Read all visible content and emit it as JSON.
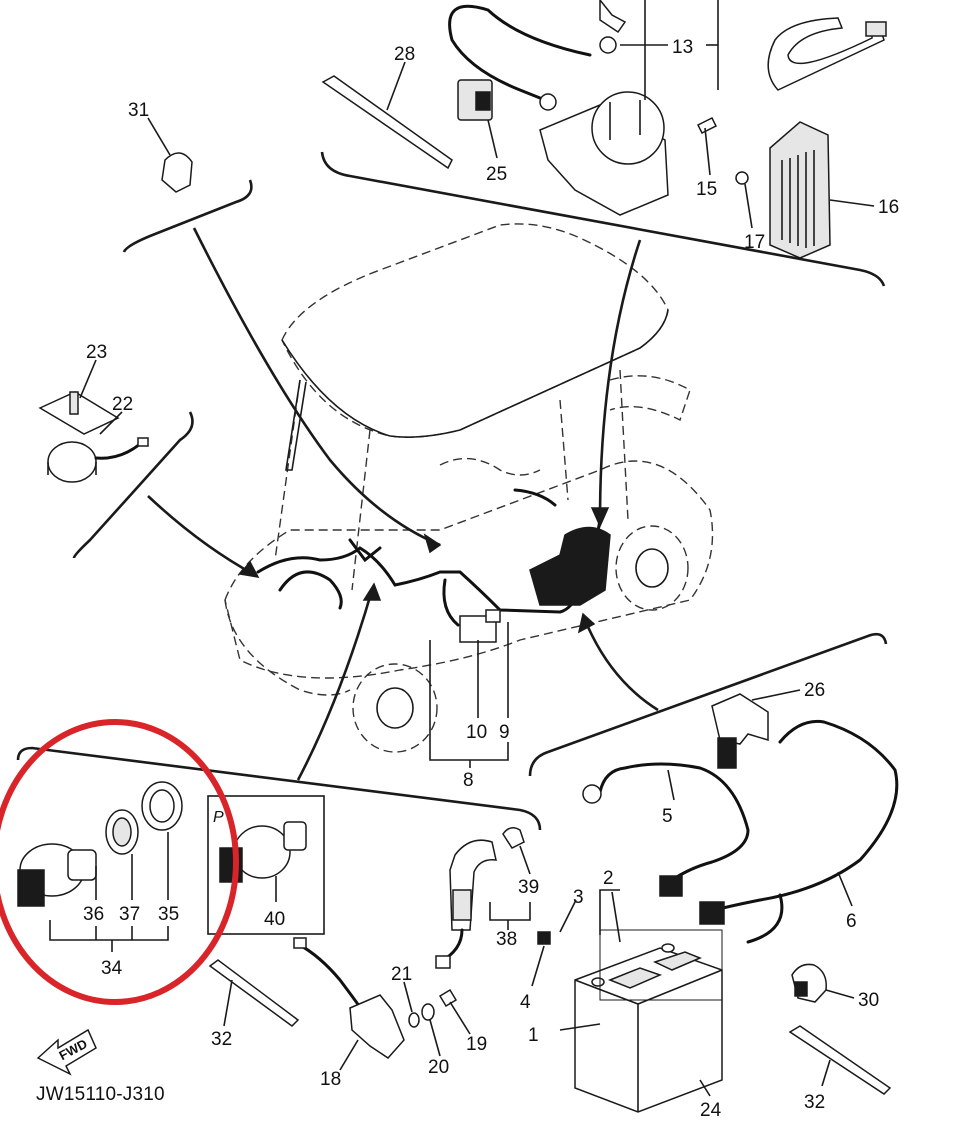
{
  "diagram": {
    "drawing_code": "JW15110-J310",
    "direction_badge": "FWD",
    "highlight_color": "#d9252a",
    "callouts": [
      {
        "id": "n1",
        "label": "1"
      },
      {
        "id": "n2",
        "label": "2"
      },
      {
        "id": "n3",
        "label": "3"
      },
      {
        "id": "n4",
        "label": "4"
      },
      {
        "id": "n5",
        "label": "5"
      },
      {
        "id": "n6",
        "label": "6"
      },
      {
        "id": "n8",
        "label": "8"
      },
      {
        "id": "n9",
        "label": "9"
      },
      {
        "id": "n10",
        "label": "10"
      },
      {
        "id": "n13",
        "label": "13"
      },
      {
        "id": "n15",
        "label": "15"
      },
      {
        "id": "n16",
        "label": "16"
      },
      {
        "id": "n17",
        "label": "17"
      },
      {
        "id": "n18",
        "label": "18"
      },
      {
        "id": "n19",
        "label": "19"
      },
      {
        "id": "n20",
        "label": "20"
      },
      {
        "id": "n21",
        "label": "21"
      },
      {
        "id": "n22",
        "label": "22"
      },
      {
        "id": "n23",
        "label": "23"
      },
      {
        "id": "n24",
        "label": "24"
      },
      {
        "id": "n25",
        "label": "25"
      },
      {
        "id": "n26",
        "label": "26"
      },
      {
        "id": "n28",
        "label": "28"
      },
      {
        "id": "n30",
        "label": "30"
      },
      {
        "id": "n31",
        "label": "31"
      },
      {
        "id": "n32a",
        "label": "32"
      },
      {
        "id": "n32b",
        "label": "32"
      },
      {
        "id": "n34",
        "label": "34"
      },
      {
        "id": "n35",
        "label": "35"
      },
      {
        "id": "n36",
        "label": "36"
      },
      {
        "id": "n37",
        "label": "37"
      },
      {
        "id": "n38",
        "label": "38"
      },
      {
        "id": "n39",
        "label": "39"
      },
      {
        "id": "n40",
        "label": "40"
      }
    ]
  }
}
